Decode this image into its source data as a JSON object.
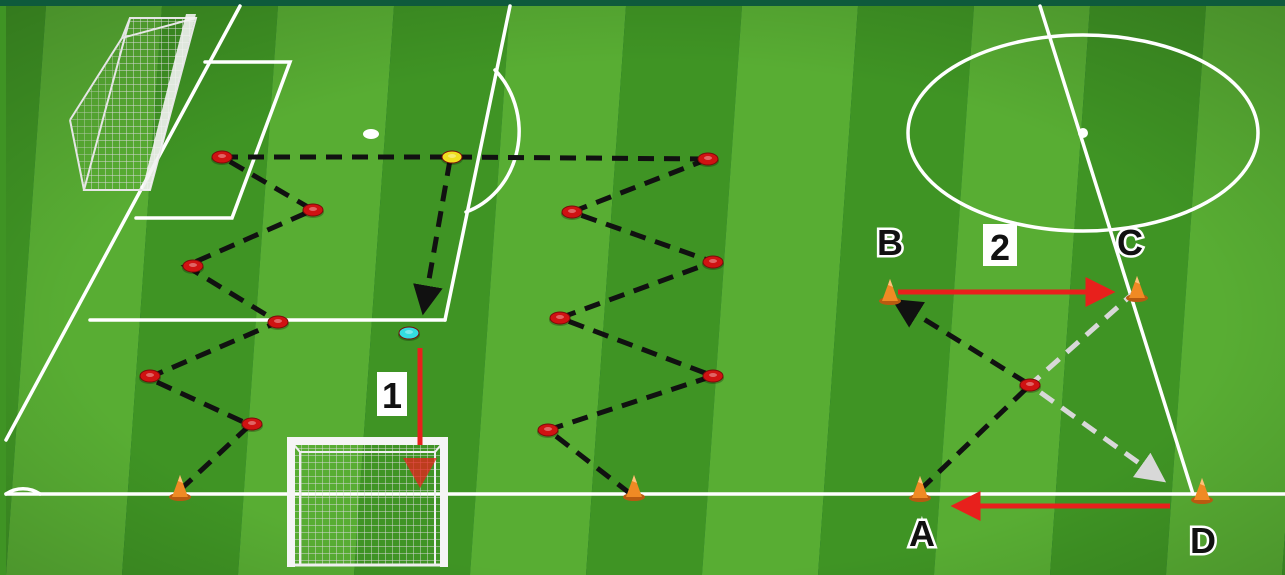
{
  "drill_labels": {
    "station_1": "1",
    "station_2": "2"
  },
  "cone_labels": {
    "A": "A",
    "B": "B",
    "C": "C",
    "D": "D"
  },
  "colors": {
    "frame": "#0e5a3c",
    "grass_light": "#58ad33",
    "grass_dark": "#3f9424",
    "pitch_lines": "#ffffff",
    "pass_arrow": "#e8201c",
    "run_path": "#111111",
    "second_run": "#d8d8d8",
    "marker_red": "#d01212",
    "marker_yellow": "#f0e020",
    "marker_cyan": "#33dde0",
    "cone_orange": "#f08a24"
  },
  "icons": {
    "cone": "training-cone-icon",
    "flat_marker": "flat-disc-marker-icon",
    "goal": "goal-net-icon",
    "ball": "ball-icon"
  }
}
